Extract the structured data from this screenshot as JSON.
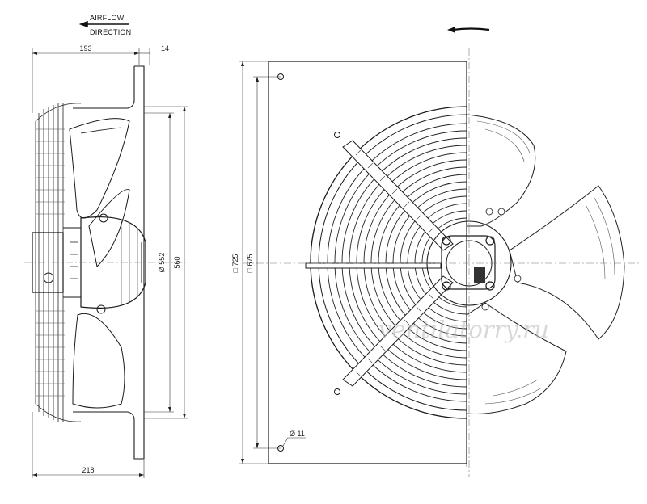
{
  "airflow_note": {
    "line1": "AIRFLOW",
    "line2": "DIRECTION"
  },
  "dims": {
    "d193": "193",
    "d14": "14",
    "d218": "218",
    "d552": "Ø 552",
    "d560": "560",
    "d725": "□ 725",
    "d675": "□ 675",
    "d11": "Ø 11"
  },
  "watermark": "ventilatorry.ru",
  "colors": {
    "line": "#1a1a1a",
    "centerline": "#777777",
    "watermark": "#b8b8b8"
  }
}
